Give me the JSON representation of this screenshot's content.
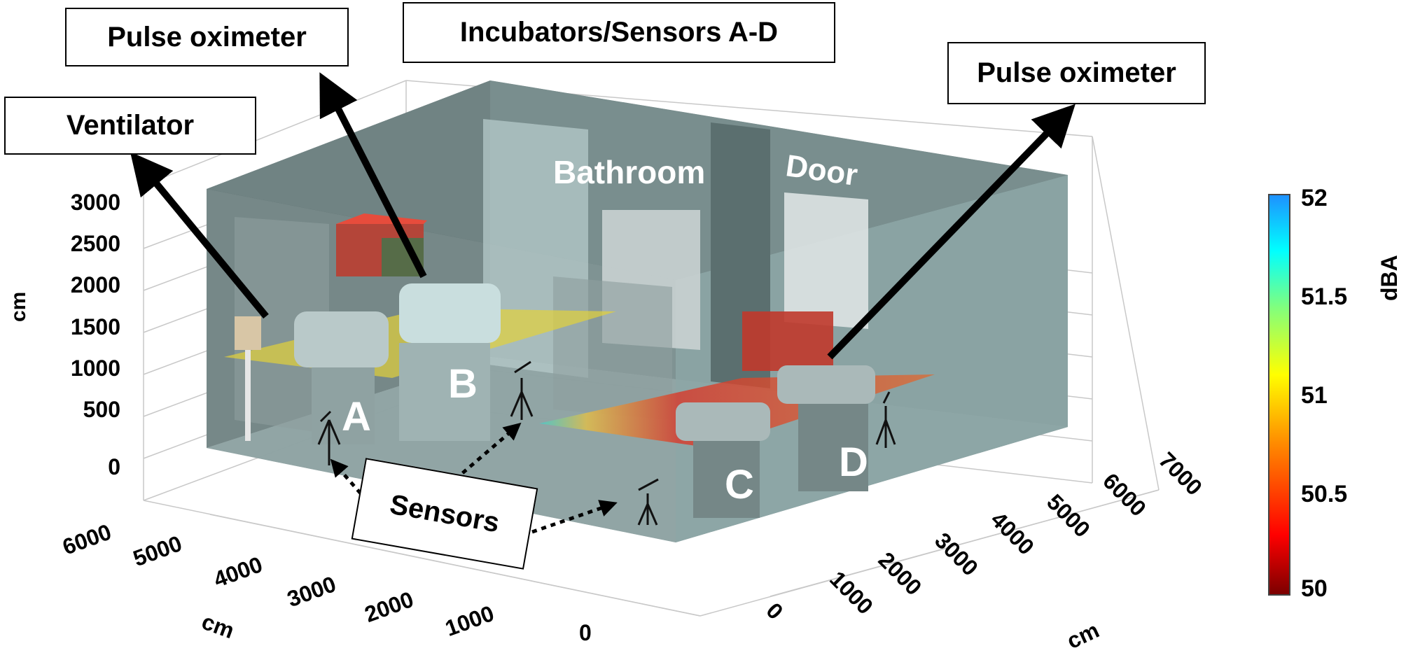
{
  "callouts": {
    "pulse_oximeter_left": "Pulse oximeter",
    "incubators_sensors": "Incubators/Sensors A-D",
    "pulse_oximeter_right": "Pulse oximeter",
    "ventilator": "Ventilator",
    "sensors": "Sensors"
  },
  "room_labels": {
    "bathroom": "Bathroom",
    "door": "Door"
  },
  "incubator_labels": [
    "A",
    "B",
    "C",
    "D"
  ],
  "axes": {
    "z_ticks": [
      "3000",
      "2500",
      "2000",
      "1500",
      "1000",
      "500",
      "0"
    ],
    "z_label": "cm",
    "x_ticks": [
      "6000",
      "5000",
      "4000",
      "3000",
      "2000",
      "1000",
      "0"
    ],
    "x_label": "cm",
    "y_ticks": [
      "0",
      "1000",
      "2000",
      "3000",
      "4000",
      "5000",
      "6000",
      "7000"
    ],
    "y_label": "cm"
  },
  "colorbar": {
    "ticks": [
      "52",
      "51.5",
      "51",
      "50.5",
      "50"
    ],
    "label": "dBA",
    "min": 50,
    "max": 52,
    "colors": [
      "#7a0000",
      "#ff0000",
      "#ff8c00",
      "#ffff00",
      "#7fff7f",
      "#00ffff",
      "#1e90ff"
    ]
  },
  "colors": {
    "room_wall": "#7f9a9a",
    "room_floor": "#6f8585",
    "plane_left": "#e3d23b",
    "plane_right": "#d8382a"
  }
}
